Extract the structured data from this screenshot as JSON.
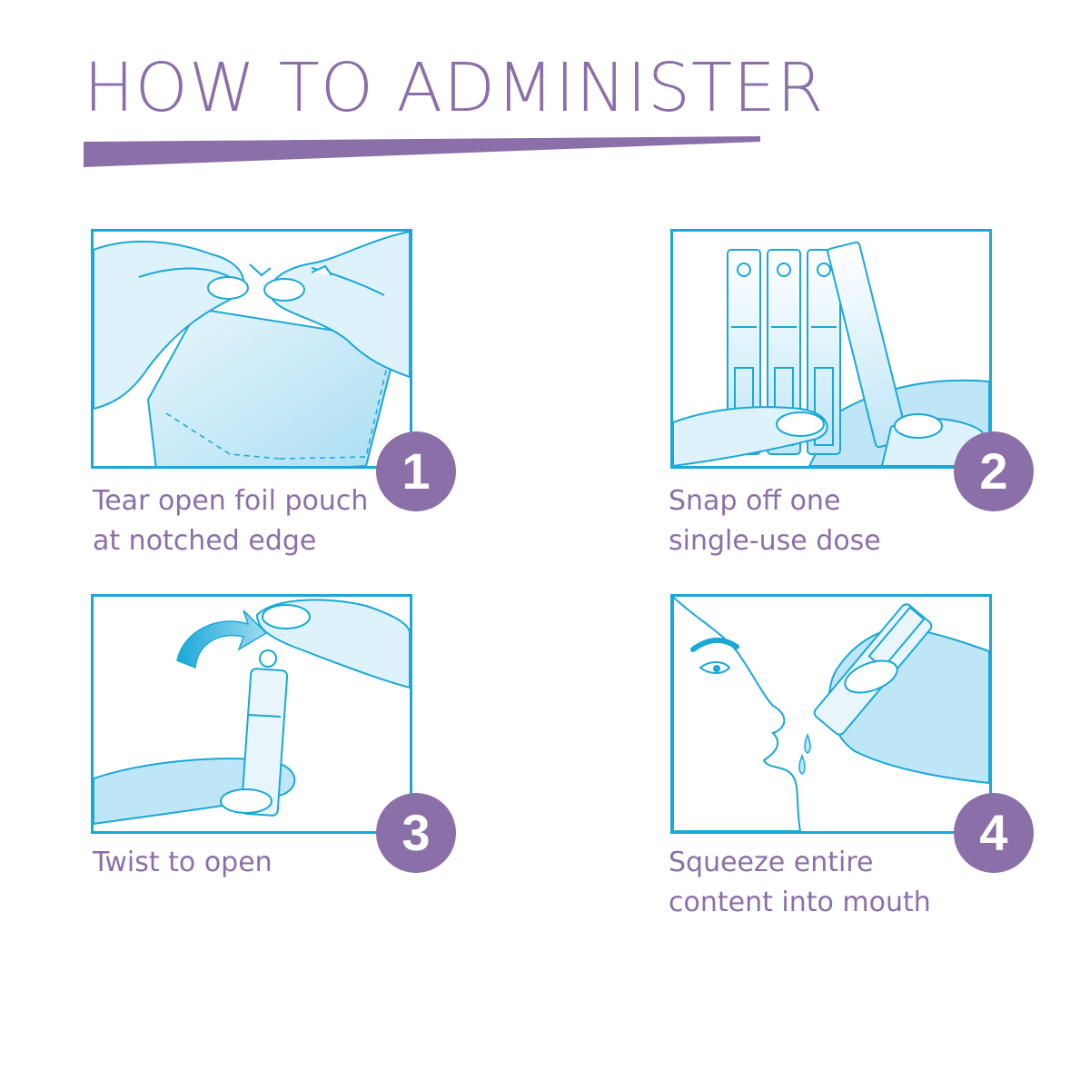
{
  "header": {
    "title": "HOW TO ADMINISTER"
  },
  "colors": {
    "accent": "#8B6FA8",
    "frame": "#1AA8D8",
    "fill": "#BFE6F7"
  },
  "steps": [
    {
      "number": "1",
      "caption_line1": "Tear open foil pouch",
      "caption_line2": "at notched edge",
      "illustration": "hands-tearing-pouch-icon"
    },
    {
      "number": "2",
      "caption_line1": "Snap off one",
      "caption_line2": "single-use dose",
      "illustration": "vials-snap-icon"
    },
    {
      "number": "3",
      "caption_line1": "Twist to open",
      "caption_line2": "",
      "illustration": "twist-vial-icon"
    },
    {
      "number": "4",
      "caption_line1": "Squeeze entire",
      "caption_line2": "content into mouth",
      "illustration": "squeeze-into-mouth-icon"
    }
  ]
}
